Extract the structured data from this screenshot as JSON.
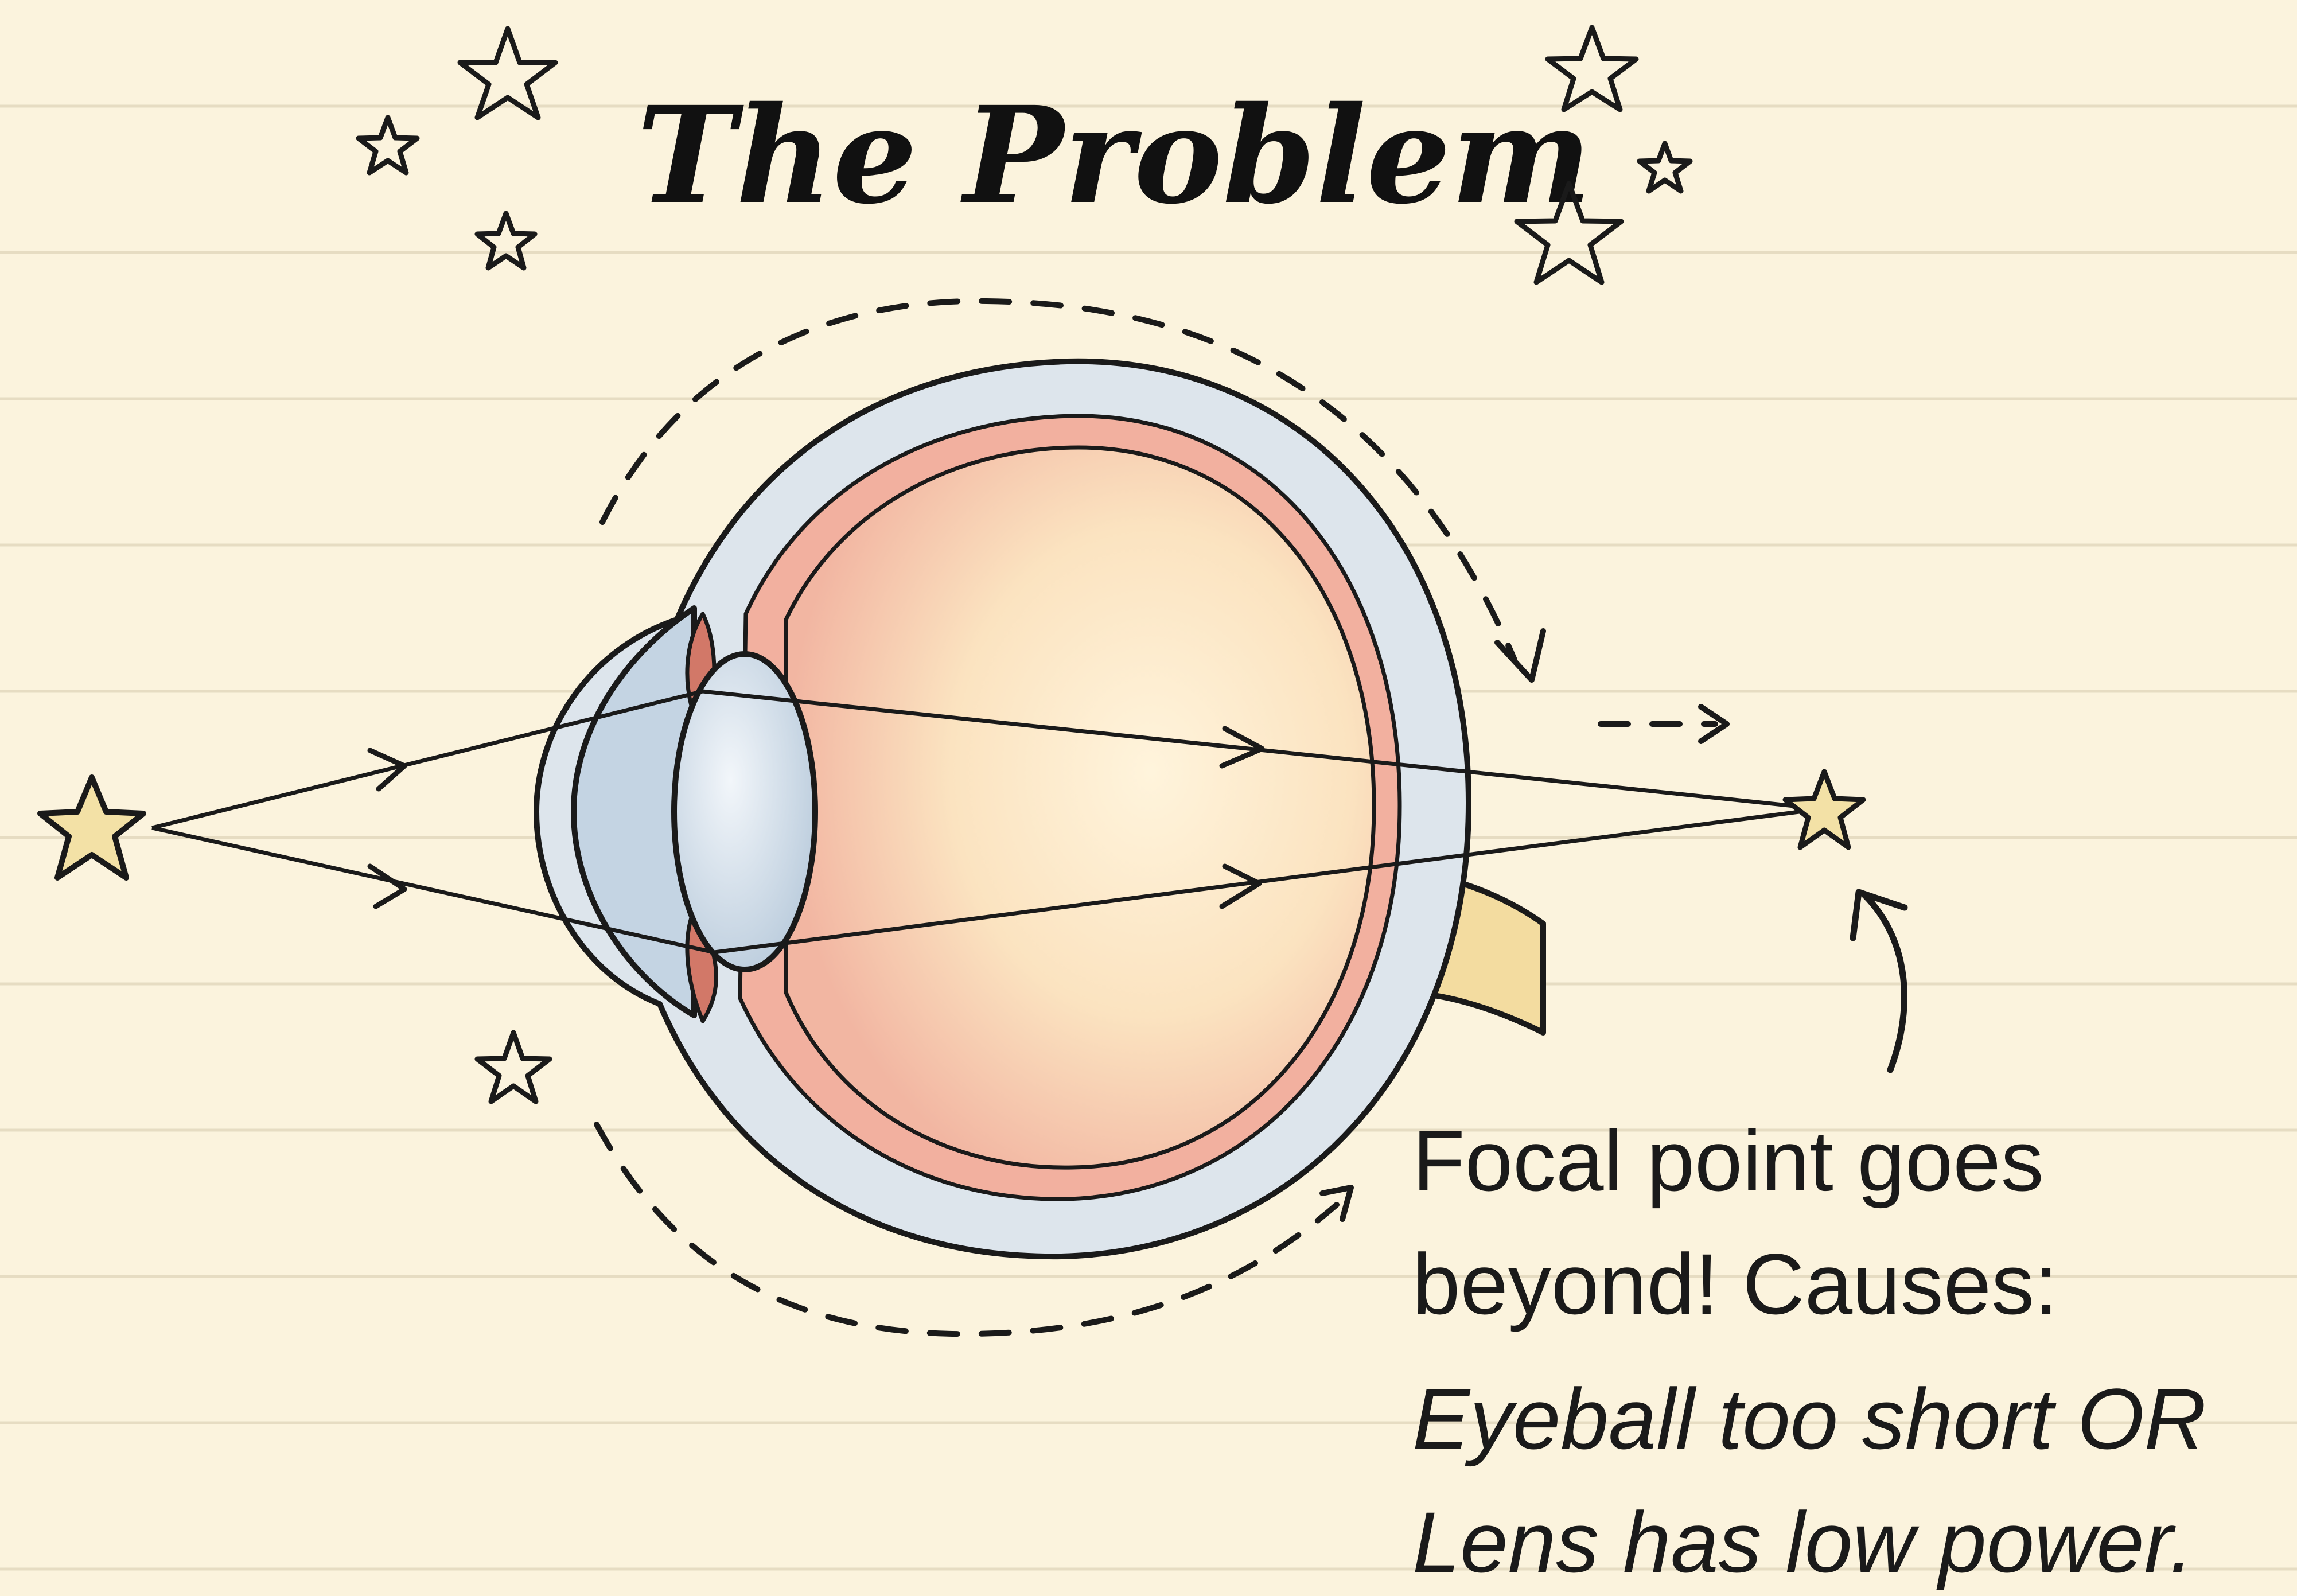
{
  "title": "The Problem",
  "caption": {
    "line1": "Focal point goes",
    "line2": "beyond! Causes:",
    "line3": "Eyeball too short OR",
    "line4": "Lens has low power."
  },
  "colors": {
    "paper": "#fbf3dd",
    "ruled_line": "#e6dcc2",
    "ink": "#1a1a1a",
    "sclera": "#dfe6ec",
    "retina": "#f0a99a",
    "vitreous": "#fce6c4",
    "lens": "#c9d8e6",
    "star_fill": "#f4e2a6",
    "optic_nerve": "#f5e3a0"
  }
}
